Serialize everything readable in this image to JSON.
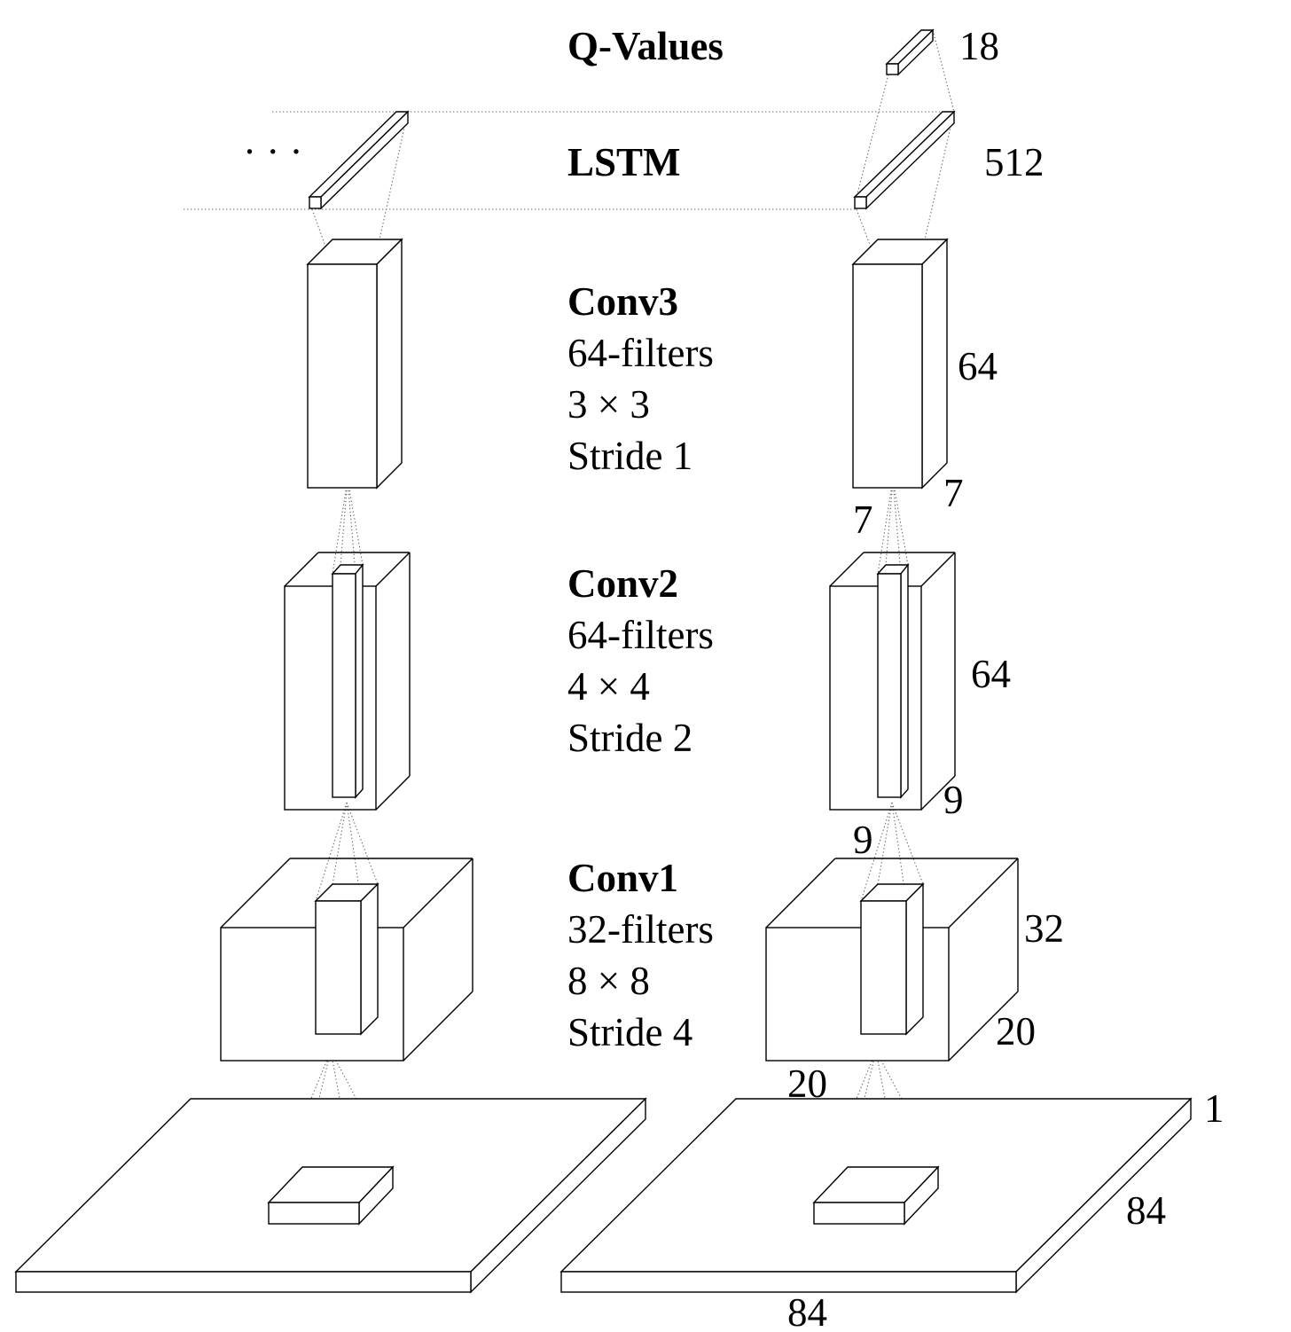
{
  "layers": [
    {
      "name": "Q-Values"
    },
    {
      "name": "LSTM",
      "ellipsis": "· · ·"
    },
    {
      "name": "Conv3",
      "filters": "64-filters",
      "kernel": "3 × 3",
      "stride": "Stride 1"
    },
    {
      "name": "Conv2",
      "filters": "64-filters",
      "kernel": "4 × 4",
      "stride": "Stride 2"
    },
    {
      "name": "Conv1",
      "filters": "32-filters",
      "kernel": "8 × 8",
      "stride": "Stride 4"
    }
  ],
  "dims": {
    "qvalues": "18",
    "lstm": "512",
    "conv3_depth": "64",
    "conv3_w": "7",
    "conv3_h": "7",
    "conv2_depth": "64",
    "conv2_w": "9",
    "conv2_h": "9",
    "conv1_depth": "32",
    "conv1_w": "20",
    "conv1_h": "20",
    "input_depth": "1",
    "input_w": "84",
    "input_h": "84"
  }
}
